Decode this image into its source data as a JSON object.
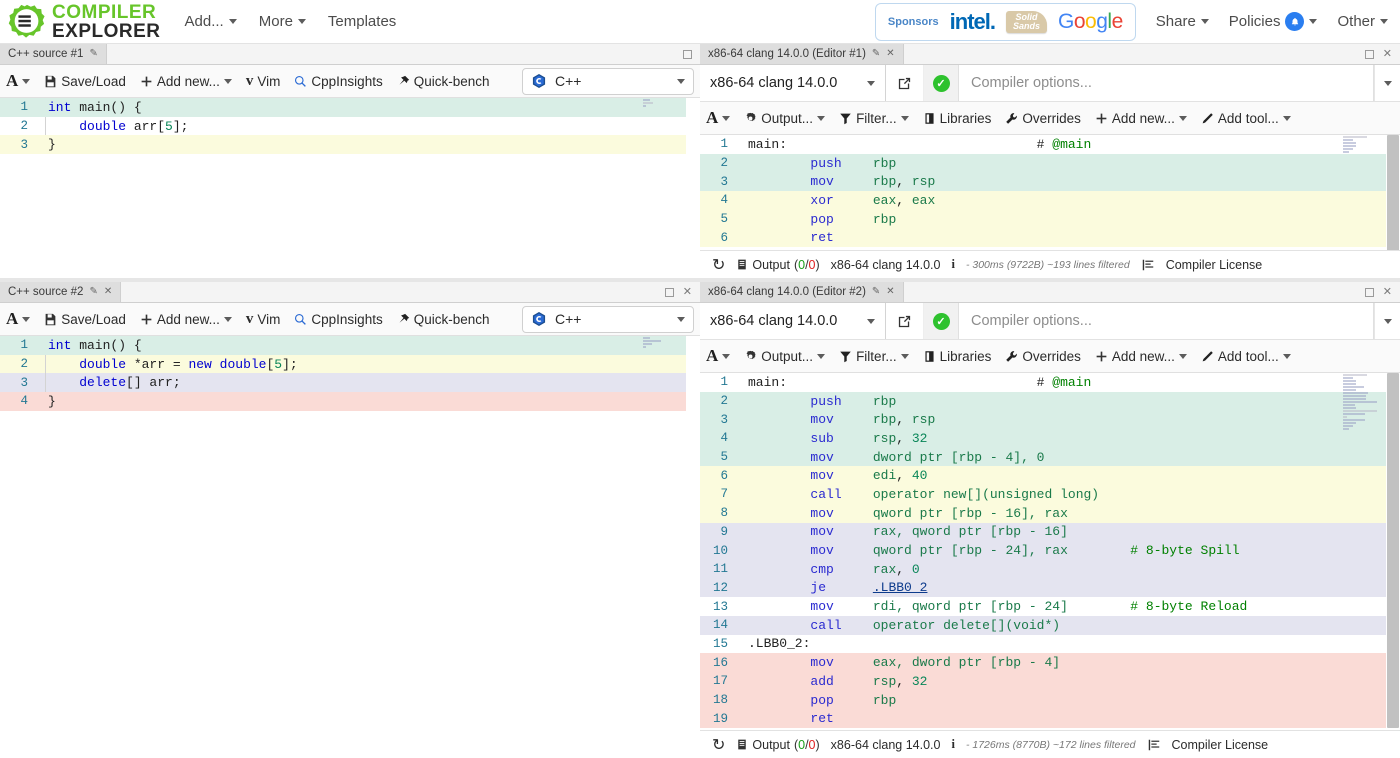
{
  "navbar": {
    "logo_line1": "COMPILER",
    "logo_line2": "EXPLORER",
    "items": [
      {
        "label": "Add...",
        "caret": true
      },
      {
        "label": "More",
        "caret": true
      },
      {
        "label": "Templates",
        "caret": false
      }
    ],
    "sponsors": {
      "label": "Sponsors",
      "intel": "intel.",
      "solidsands_l1": "Solid",
      "solidsands_l2": "Sands",
      "google_g": "G",
      "google_o1": "o",
      "google_o2": "o",
      "google_g2": "g",
      "google_l": "l",
      "google_e": "e"
    },
    "right_items": [
      {
        "label": "Share",
        "caret": true,
        "badge": false
      },
      {
        "label": "Policies",
        "caret": true,
        "badge": true
      },
      {
        "label": "Other",
        "caret": true,
        "badge": false
      }
    ],
    "bell_glyph": "▲"
  },
  "editor_toolbar": {
    "font_label": "A",
    "save_load": "Save/Load",
    "add_new": "Add new...",
    "vim": "Vim",
    "cppinsights": "CppInsights",
    "quick_bench": "Quick-bench",
    "language": "C++"
  },
  "compiler_toolbar": {
    "font_label": "A",
    "output": "Output...",
    "filter": "Filter...",
    "libraries": "Libraries",
    "overrides": "Overrides",
    "add_new": "Add new...",
    "add_tool": "Add tool..."
  },
  "panes": {
    "editor1": {
      "tab_title": "C++ source #1",
      "has_close": false,
      "lines": [
        {
          "n": 1,
          "hl": "hl-mint",
          "tokens": [
            {
              "t": "int",
              "c": "kw"
            },
            {
              "t": " main() {",
              "c": "pln"
            }
          ]
        },
        {
          "n": 2,
          "hl": "hl-none",
          "tokens": [
            {
              "t": "    ",
              "c": "pln"
            },
            {
              "t": "double",
              "c": "kw"
            },
            {
              "t": " arr[",
              "c": "pln"
            },
            {
              "t": "5",
              "c": "num"
            },
            {
              "t": "];",
              "c": "pln"
            }
          ]
        },
        {
          "n": 3,
          "hl": "hl-yellow",
          "tokens": [
            {
              "t": "}",
              "c": "pln"
            }
          ]
        }
      ]
    },
    "editor2": {
      "tab_title": "C++ source #2",
      "has_close": true,
      "lines": [
        {
          "n": 1,
          "hl": "hl-mint",
          "tokens": [
            {
              "t": "int",
              "c": "kw"
            },
            {
              "t": " main() {",
              "c": "pln"
            }
          ]
        },
        {
          "n": 2,
          "hl": "hl-yellow",
          "tokens": [
            {
              "t": "    ",
              "c": "pln"
            },
            {
              "t": "double",
              "c": "kw"
            },
            {
              "t": " *arr = ",
              "c": "pln"
            },
            {
              "t": "new",
              "c": "kw"
            },
            {
              "t": " ",
              "c": "pln"
            },
            {
              "t": "double",
              "c": "kw"
            },
            {
              "t": "[",
              "c": "pln"
            },
            {
              "t": "5",
              "c": "num"
            },
            {
              "t": "];",
              "c": "pln"
            }
          ]
        },
        {
          "n": 3,
          "hl": "hl-lav",
          "tokens": [
            {
              "t": "    ",
              "c": "pln"
            },
            {
              "t": "delete",
              "c": "kw"
            },
            {
              "t": "[] arr;",
              "c": "pln"
            }
          ]
        },
        {
          "n": 4,
          "hl": "hl-pink",
          "tokens": [
            {
              "t": "}",
              "c": "pln"
            }
          ]
        }
      ]
    },
    "compiler1": {
      "tab_title": "x86-64 clang 14.0.0 (Editor #1)",
      "compiler_name": "x86-64 clang 14.0.0",
      "options_placeholder": "Compiler options...",
      "status_glyph": "✓",
      "lines": [
        {
          "n": 1,
          "hl": "hl-none",
          "tokens": [
            {
              "t": "main:",
              "c": "lbl"
            },
            {
              "t": "                                # ",
              "c": "pln"
            },
            {
              "t": "@main",
              "c": "cmt"
            }
          ]
        },
        {
          "n": 2,
          "hl": "hl-mint",
          "tokens": [
            {
              "t": "        ",
              "c": "pln"
            },
            {
              "t": "push",
              "c": "mne"
            },
            {
              "t": "    ",
              "c": "pln"
            },
            {
              "t": "rbp",
              "c": "reg"
            }
          ]
        },
        {
          "n": 3,
          "hl": "hl-mint",
          "tokens": [
            {
              "t": "        ",
              "c": "pln"
            },
            {
              "t": "mov",
              "c": "mne"
            },
            {
              "t": "     ",
              "c": "pln"
            },
            {
              "t": "rbp",
              "c": "reg"
            },
            {
              "t": ", ",
              "c": "pln"
            },
            {
              "t": "rsp",
              "c": "reg"
            }
          ]
        },
        {
          "n": 4,
          "hl": "hl-yellow",
          "tokens": [
            {
              "t": "        ",
              "c": "pln"
            },
            {
              "t": "xor",
              "c": "mne"
            },
            {
              "t": "     ",
              "c": "pln"
            },
            {
              "t": "eax",
              "c": "reg"
            },
            {
              "t": ", ",
              "c": "pln"
            },
            {
              "t": "eax",
              "c": "reg"
            }
          ]
        },
        {
          "n": 5,
          "hl": "hl-yellow",
          "tokens": [
            {
              "t": "        ",
              "c": "pln"
            },
            {
              "t": "pop",
              "c": "mne"
            },
            {
              "t": "     ",
              "c": "pln"
            },
            {
              "t": "rbp",
              "c": "reg"
            }
          ]
        },
        {
          "n": 6,
          "hl": "hl-yellow",
          "tokens": [
            {
              "t": "        ",
              "c": "pln"
            },
            {
              "t": "ret",
              "c": "mne"
            }
          ]
        }
      ],
      "outbar": {
        "refresh_glyph": "↻",
        "output_label": "Output",
        "count_open": "(",
        "count_warn": "0",
        "count_sep": "/",
        "count_err": "0",
        "count_close": ")",
        "compiler": "x86-64 clang 14.0.0",
        "info_glyph": "i",
        "meta": "- 300ms (9722B) ~193 lines filtered",
        "license": "Compiler License"
      }
    },
    "compiler2": {
      "tab_title": "x86-64 clang 14.0.0 (Editor #2)",
      "compiler_name": "x86-64 clang 14.0.0",
      "options_placeholder": "Compiler options...",
      "status_glyph": "✓",
      "lines": [
        {
          "n": 1,
          "hl": "hl-none",
          "tokens": [
            {
              "t": "main:",
              "c": "lbl"
            },
            {
              "t": "                                # ",
              "c": "pln"
            },
            {
              "t": "@main",
              "c": "cmt"
            }
          ]
        },
        {
          "n": 2,
          "hl": "hl-mint",
          "tokens": [
            {
              "t": "        ",
              "c": "pln"
            },
            {
              "t": "push",
              "c": "mne"
            },
            {
              "t": "    ",
              "c": "pln"
            },
            {
              "t": "rbp",
              "c": "reg"
            }
          ]
        },
        {
          "n": 3,
          "hl": "hl-mint",
          "tokens": [
            {
              "t": "        ",
              "c": "pln"
            },
            {
              "t": "mov",
              "c": "mne"
            },
            {
              "t": "     ",
              "c": "pln"
            },
            {
              "t": "rbp",
              "c": "reg"
            },
            {
              "t": ", ",
              "c": "pln"
            },
            {
              "t": "rsp",
              "c": "reg"
            }
          ]
        },
        {
          "n": 4,
          "hl": "hl-mint",
          "tokens": [
            {
              "t": "        ",
              "c": "pln"
            },
            {
              "t": "sub",
              "c": "mne"
            },
            {
              "t": "     ",
              "c": "pln"
            },
            {
              "t": "rsp",
              "c": "reg"
            },
            {
              "t": ", ",
              "c": "pln"
            },
            {
              "t": "32",
              "c": "num"
            }
          ]
        },
        {
          "n": 5,
          "hl": "hl-mint",
          "tokens": [
            {
              "t": "        ",
              "c": "pln"
            },
            {
              "t": "mov",
              "c": "mne"
            },
            {
              "t": "     ",
              "c": "pln"
            },
            {
              "t": "dword ptr [rbp - 4], 0",
              "c": "reg"
            }
          ]
        },
        {
          "n": 6,
          "hl": "hl-yellow",
          "tokens": [
            {
              "t": "        ",
              "c": "pln"
            },
            {
              "t": "mov",
              "c": "mne"
            },
            {
              "t": "     ",
              "c": "pln"
            },
            {
              "t": "edi",
              "c": "reg"
            },
            {
              "t": ", ",
              "c": "pln"
            },
            {
              "t": "40",
              "c": "num"
            }
          ]
        },
        {
          "n": 7,
          "hl": "hl-yellow",
          "tokens": [
            {
              "t": "        ",
              "c": "pln"
            },
            {
              "t": "call",
              "c": "mne"
            },
            {
              "t": "    ",
              "c": "pln"
            },
            {
              "t": "operator new[](unsigned long)",
              "c": "reg"
            }
          ]
        },
        {
          "n": 8,
          "hl": "hl-yellow",
          "tokens": [
            {
              "t": "        ",
              "c": "pln"
            },
            {
              "t": "mov",
              "c": "mne"
            },
            {
              "t": "     ",
              "c": "pln"
            },
            {
              "t": "qword ptr [rbp - 16], rax",
              "c": "reg"
            }
          ]
        },
        {
          "n": 9,
          "hl": "hl-lav",
          "tokens": [
            {
              "t": "        ",
              "c": "pln"
            },
            {
              "t": "mov",
              "c": "mne"
            },
            {
              "t": "     ",
              "c": "pln"
            },
            {
              "t": "rax, qword ptr [rbp - 16]",
              "c": "reg"
            }
          ]
        },
        {
          "n": 10,
          "hl": "hl-lav",
          "tokens": [
            {
              "t": "        ",
              "c": "pln"
            },
            {
              "t": "mov",
              "c": "mne"
            },
            {
              "t": "     ",
              "c": "pln"
            },
            {
              "t": "qword ptr [rbp - 24], rax",
              "c": "reg"
            },
            {
              "t": "        # 8-byte Spill",
              "c": "cmt"
            }
          ]
        },
        {
          "n": 11,
          "hl": "hl-lav",
          "tokens": [
            {
              "t": "        ",
              "c": "pln"
            },
            {
              "t": "cmp",
              "c": "mne"
            },
            {
              "t": "     ",
              "c": "pln"
            },
            {
              "t": "rax",
              "c": "reg"
            },
            {
              "t": ", ",
              "c": "pln"
            },
            {
              "t": "0",
              "c": "num"
            }
          ]
        },
        {
          "n": 12,
          "hl": "hl-lav",
          "tokens": [
            {
              "t": "        ",
              "c": "pln"
            },
            {
              "t": "je",
              "c": "mne"
            },
            {
              "t": "      ",
              "c": "pln"
            },
            {
              "t": ".LBB0_2",
              "c": "lnk"
            }
          ]
        },
        {
          "n": 13,
          "hl": "hl-none",
          "tokens": [
            {
              "t": "        ",
              "c": "pln"
            },
            {
              "t": "mov",
              "c": "mne"
            },
            {
              "t": "     ",
              "c": "pln"
            },
            {
              "t": "rdi, qword ptr [rbp - 24]",
              "c": "reg"
            },
            {
              "t": "        # 8-byte Reload",
              "c": "cmt"
            }
          ]
        },
        {
          "n": 14,
          "hl": "hl-lav",
          "tokens": [
            {
              "t": "        ",
              "c": "pln"
            },
            {
              "t": "call",
              "c": "mne"
            },
            {
              "t": "    ",
              "c": "pln"
            },
            {
              "t": "operator delete[](void*)",
              "c": "reg"
            }
          ]
        },
        {
          "n": 15,
          "hl": "hl-none",
          "tokens": [
            {
              "t": ".LBB0_2:",
              "c": "lbl"
            }
          ]
        },
        {
          "n": 16,
          "hl": "hl-pink",
          "tokens": [
            {
              "t": "        ",
              "c": "pln"
            },
            {
              "t": "mov",
              "c": "mne"
            },
            {
              "t": "     ",
              "c": "pln"
            },
            {
              "t": "eax, dword ptr [rbp - 4]",
              "c": "reg"
            }
          ]
        },
        {
          "n": 17,
          "hl": "hl-pink",
          "tokens": [
            {
              "t": "        ",
              "c": "pln"
            },
            {
              "t": "add",
              "c": "mne"
            },
            {
              "t": "     ",
              "c": "pln"
            },
            {
              "t": "rsp",
              "c": "reg"
            },
            {
              "t": ", ",
              "c": "pln"
            },
            {
              "t": "32",
              "c": "num"
            }
          ]
        },
        {
          "n": 18,
          "hl": "hl-pink",
          "tokens": [
            {
              "t": "        ",
              "c": "pln"
            },
            {
              "t": "pop",
              "c": "mne"
            },
            {
              "t": "     ",
              "c": "pln"
            },
            {
              "t": "rbp",
              "c": "reg"
            }
          ]
        },
        {
          "n": 19,
          "hl": "hl-pink",
          "tokens": [
            {
              "t": "        ",
              "c": "pln"
            },
            {
              "t": "ret",
              "c": "mne"
            }
          ]
        }
      ],
      "outbar": {
        "refresh_glyph": "↻",
        "output_label": "Output",
        "count_open": "(",
        "count_warn": "0",
        "count_sep": "/",
        "count_err": "0",
        "count_close": ")",
        "compiler": "x86-64 clang 14.0.0",
        "info_glyph": "i",
        "meta": "- 1726ms (8770B) ~172 lines filtered",
        "license": "Compiler License"
      }
    }
  },
  "colors": {
    "brand_green": "#67c52a",
    "link_blue": "#2a7ef0",
    "status_green": "#2ec22e",
    "hl_mint": "#d9eee6",
    "hl_yellow": "#fbfbdd",
    "hl_lavender": "#e4e4f0",
    "hl_pink": "#fadbd6"
  }
}
